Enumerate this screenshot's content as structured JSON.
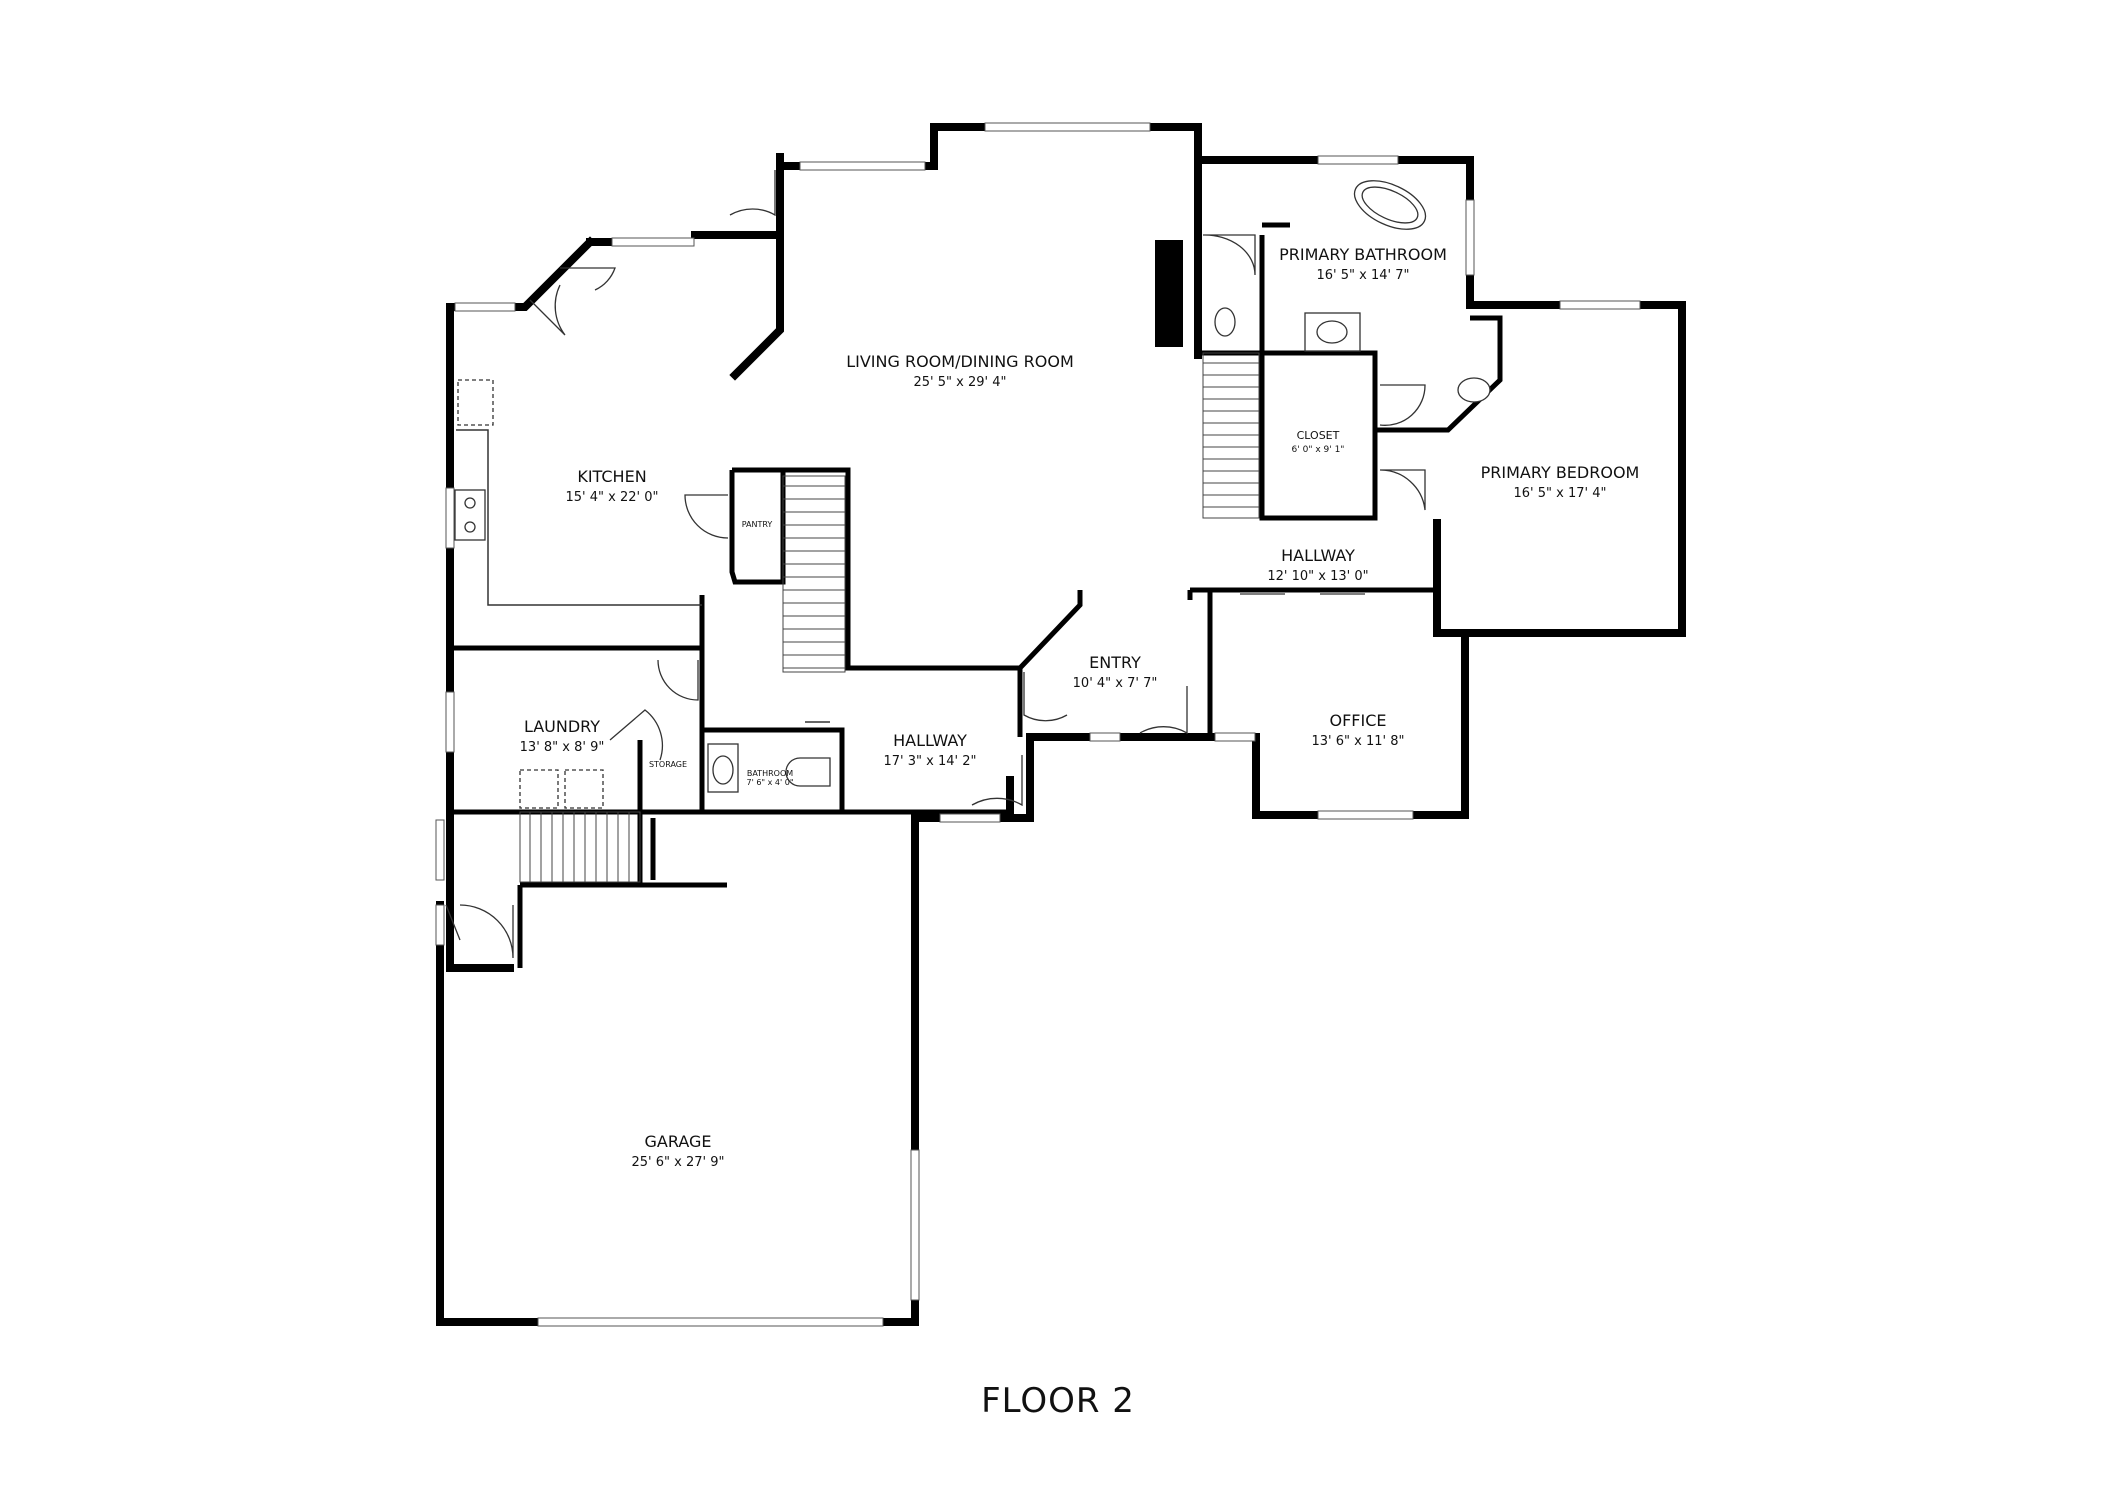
{
  "floor_title": "FLOOR 2",
  "rooms": {
    "living": {
      "name": "LIVING ROOM/DINING ROOM",
      "dims": "25' 5\" x 29' 4\""
    },
    "kitchen": {
      "name": "KITCHEN",
      "dims": "15' 4\" x 22' 0\""
    },
    "pantry": {
      "name": "PANTRY"
    },
    "primary_bath": {
      "name": "PRIMARY BATHROOM",
      "dims": "16' 5\" x 14' 7\""
    },
    "closet": {
      "name": "CLOSET",
      "dims": "6' 0\" x 9' 1\""
    },
    "primary_bed": {
      "name": "PRIMARY BEDROOM",
      "dims": "16' 5\" x 17' 4\""
    },
    "hallway_east": {
      "name": "HALLWAY",
      "dims": "12' 10\" x 13' 0\""
    },
    "entry": {
      "name": "ENTRY",
      "dims": "10' 4\" x 7' 7\""
    },
    "office": {
      "name": "OFFICE",
      "dims": "13' 6\" x 11' 8\""
    },
    "hallway_west": {
      "name": "HALLWAY",
      "dims": "17' 3\" x 14' 2\""
    },
    "laundry": {
      "name": "LAUNDRY",
      "dims": "13' 8\" x 8' 9\""
    },
    "storage": {
      "name": "STORAGE"
    },
    "bathroom": {
      "name": "BATHROOM",
      "dims": "7' 6\" x 4' 0\""
    },
    "garage": {
      "name": "GARAGE",
      "dims": "25' 6\" x 27' 9\""
    }
  }
}
